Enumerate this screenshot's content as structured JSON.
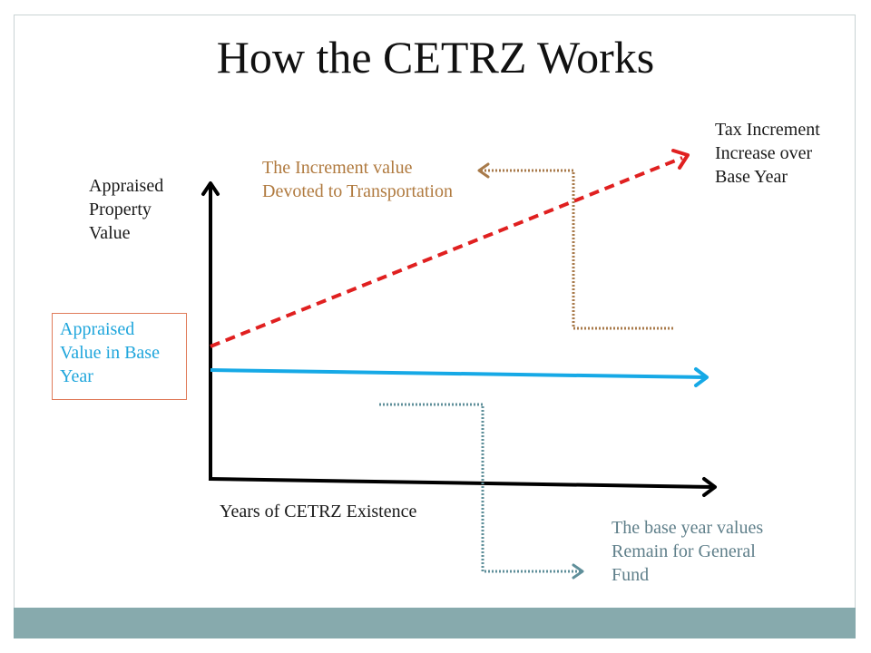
{
  "title": "How the CETRZ Works",
  "labels": {
    "y_axis": "Appraised\nProperty\nValue",
    "x_axis": "Years of CETRZ Existence",
    "tax_increment": "Tax Increment\nIncrease over\nBase Year",
    "increment_value": "The Increment value\nDevoted to Transportation",
    "base_year_value": "Appraised\nValue in Base\nYear",
    "general_fund": "The base year values\nRemain for General\nFund"
  },
  "colors": {
    "increment_line": "#e02020",
    "base_line": "#16a9e6",
    "transport_connector": "#a87a4a",
    "fund_connector": "#5f8f9a",
    "footer": "#87aaad"
  }
}
